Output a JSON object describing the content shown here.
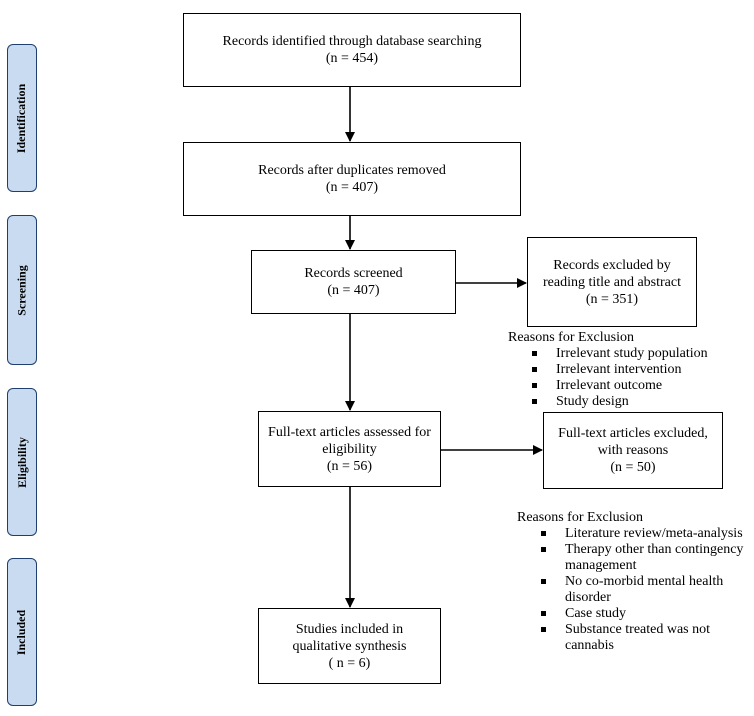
{
  "phases": {
    "identification": "Identification",
    "screening": "Screening",
    "eligibility": "Eligibility",
    "included": "Included"
  },
  "boxes": {
    "identified": {
      "line1": "Records identified through database searching",
      "line2": "(n = 454)"
    },
    "duplicates_removed": {
      "line1": "Records after duplicates removed",
      "line2": "(n = 407)"
    },
    "screened": {
      "line1": "Records screened",
      "line2": "(n = 407)"
    },
    "excluded_title_abstract": {
      "line1": "Records excluded by",
      "line2": "reading title and abstract",
      "line3": "(n = 351)"
    },
    "fulltext_assessed": {
      "line1": "Full-text articles assessed  for",
      "line2": "eligibility",
      "line3": "(n = 56)"
    },
    "fulltext_excluded": {
      "line1": "Full-text articles excluded,",
      "line2": "with reasons",
      "line3": "(n = 50)"
    },
    "included_synthesis": {
      "line1": "Studies included in",
      "line2": "qualitative synthesis",
      "line3": "( n = 6)"
    }
  },
  "screening_reasons": {
    "title": "Reasons for Exclusion",
    "items": [
      "Irrelevant study population",
      "Irrelevant intervention",
      "Irrelevant outcome",
      "Study design"
    ]
  },
  "eligibility_reasons": {
    "title": "Reasons for Exclusion",
    "items": [
      "Literature review/meta-analysis",
      "Therapy other than contingency management",
      "No co-morbid mental health disorder",
      "Case study",
      "Substance treated was not cannabis"
    ]
  }
}
